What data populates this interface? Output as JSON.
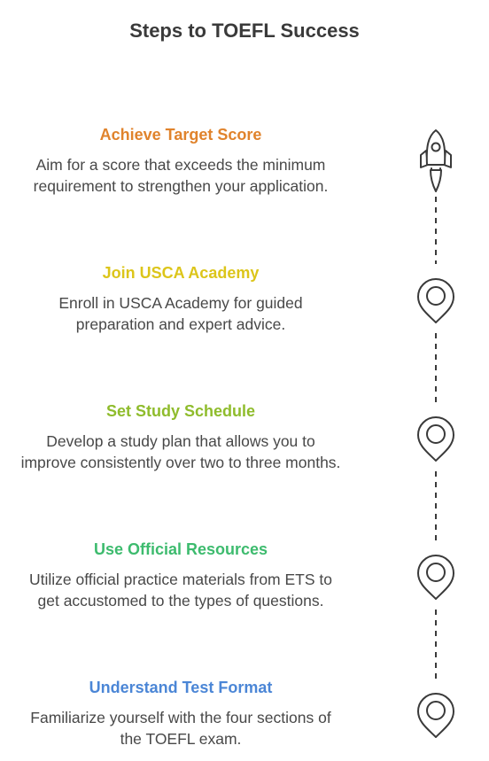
{
  "page": {
    "title": "Steps to TOEFL Success"
  },
  "steps": [
    {
      "title": "Achieve Target Score",
      "description": "Aim for a score that exceeds the minimum requirement to strengthen your application.",
      "color": "#e0832c",
      "icon": "rocket-icon"
    },
    {
      "title": "Join USCA Academy",
      "description": "Enroll in USCA Academy for guided preparation and expert advice.",
      "color": "#dcc51a",
      "icon": "location-pin-icon"
    },
    {
      "title": "Set Study Schedule",
      "description": "Develop a study plan that allows you to improve consistently over two to three months.",
      "color": "#8fbc2c",
      "icon": "location-pin-icon"
    },
    {
      "title": "Use Official Resources",
      "description": "Utilize official practice materials from ETS to get accustomed to the types of questions.",
      "color": "#3dbb6e",
      "icon": "location-pin-icon"
    },
    {
      "title": "Understand Test Format",
      "description": "Familiarize yourself with the four sections of the TOEFL exam.",
      "color": "#4b86d6",
      "icon": "location-pin-icon"
    }
  ],
  "colors": {
    "line": "#3a3a3a",
    "text": "#484848",
    "title": "#3a3a3a"
  }
}
